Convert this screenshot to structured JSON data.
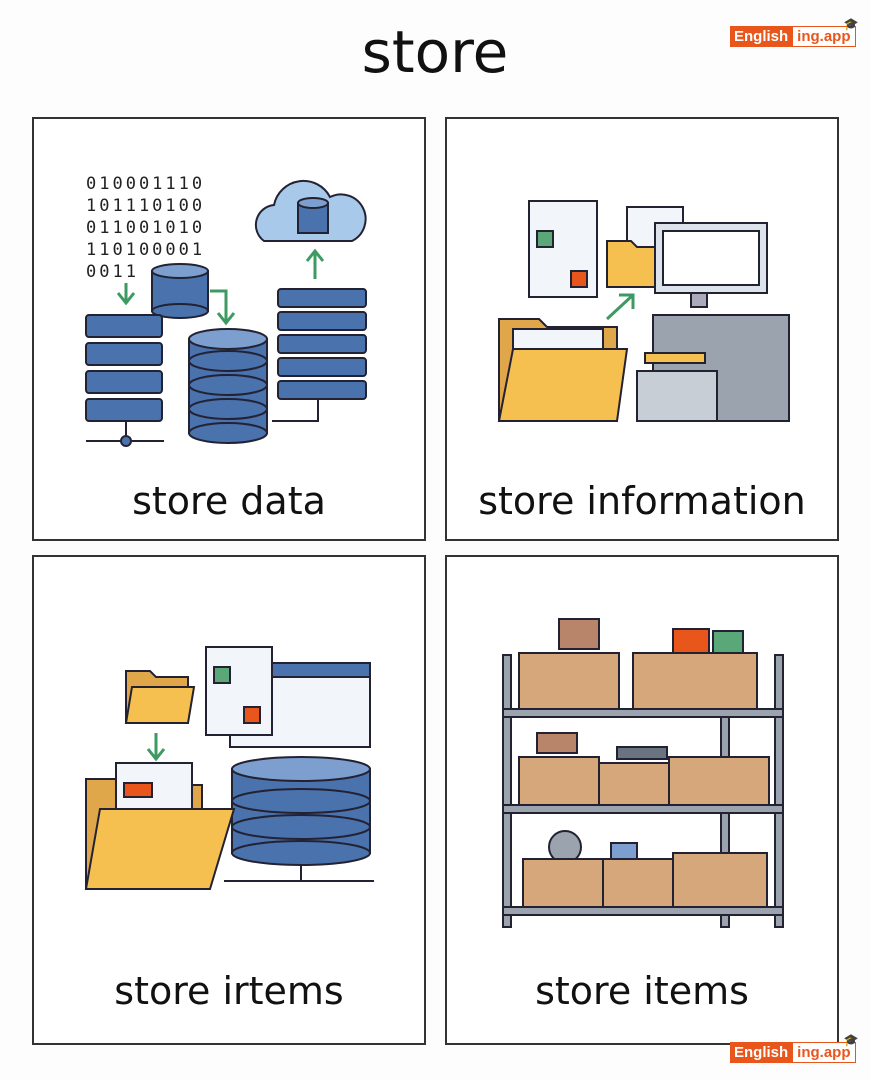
{
  "title": "store",
  "logo": {
    "part1": "English",
    "part2": "ing.app"
  },
  "panels": [
    {
      "caption": "store data",
      "binary": [
        "010001110",
        "101110100",
        "011001010",
        "110100001",
        "0011"
      ]
    },
    {
      "caption": "store information"
    },
    {
      "caption": "store irtems"
    },
    {
      "caption": "store items"
    }
  ],
  "colors": {
    "blue": "#4a72ad",
    "yellow": "#f5c04f",
    "green": "#5aa877",
    "box": "#d6a77a",
    "orange": "#e8561c"
  }
}
